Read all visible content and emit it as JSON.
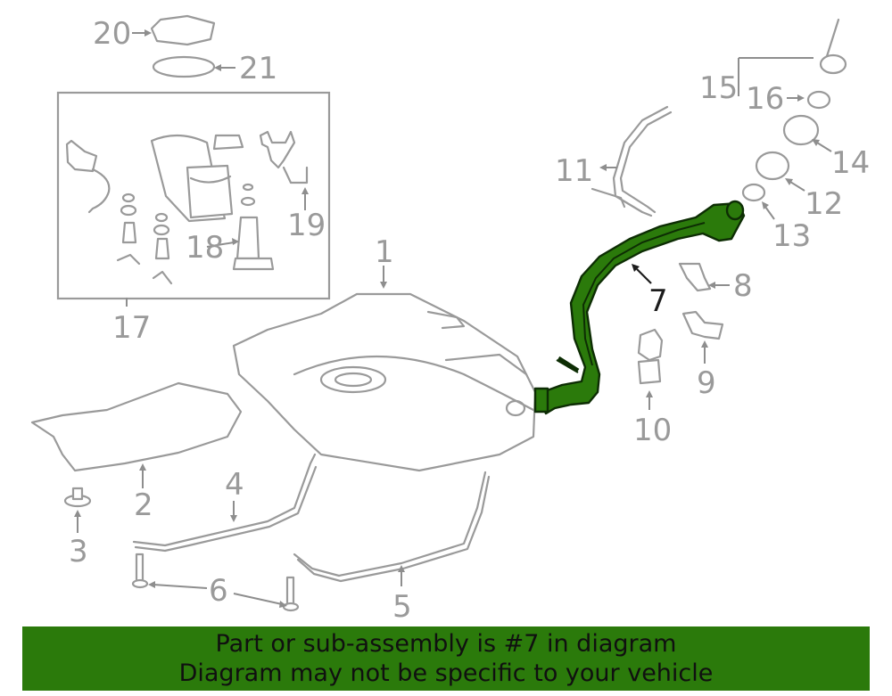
{
  "callouts": {
    "c1": "1",
    "c2": "2",
    "c3": "3",
    "c4": "4",
    "c5": "5",
    "c6": "6",
    "c7": "7",
    "c8": "8",
    "c9": "9",
    "c10": "10",
    "c11": "11",
    "c12": "12",
    "c13": "13",
    "c14": "14",
    "c15": "15",
    "c16": "16",
    "c17": "17",
    "c18": "18",
    "c19": "19",
    "c20": "20",
    "c21": "21"
  },
  "highlight_part": "7",
  "colors": {
    "highlight": "#2b7a0b",
    "line_art": "#9a9a9a",
    "banner_bg": "#2b7a0b"
  },
  "banner": {
    "line1": "Part or sub-assembly is #7 in diagram",
    "line2": "Diagram may not be specific to your vehicle"
  }
}
